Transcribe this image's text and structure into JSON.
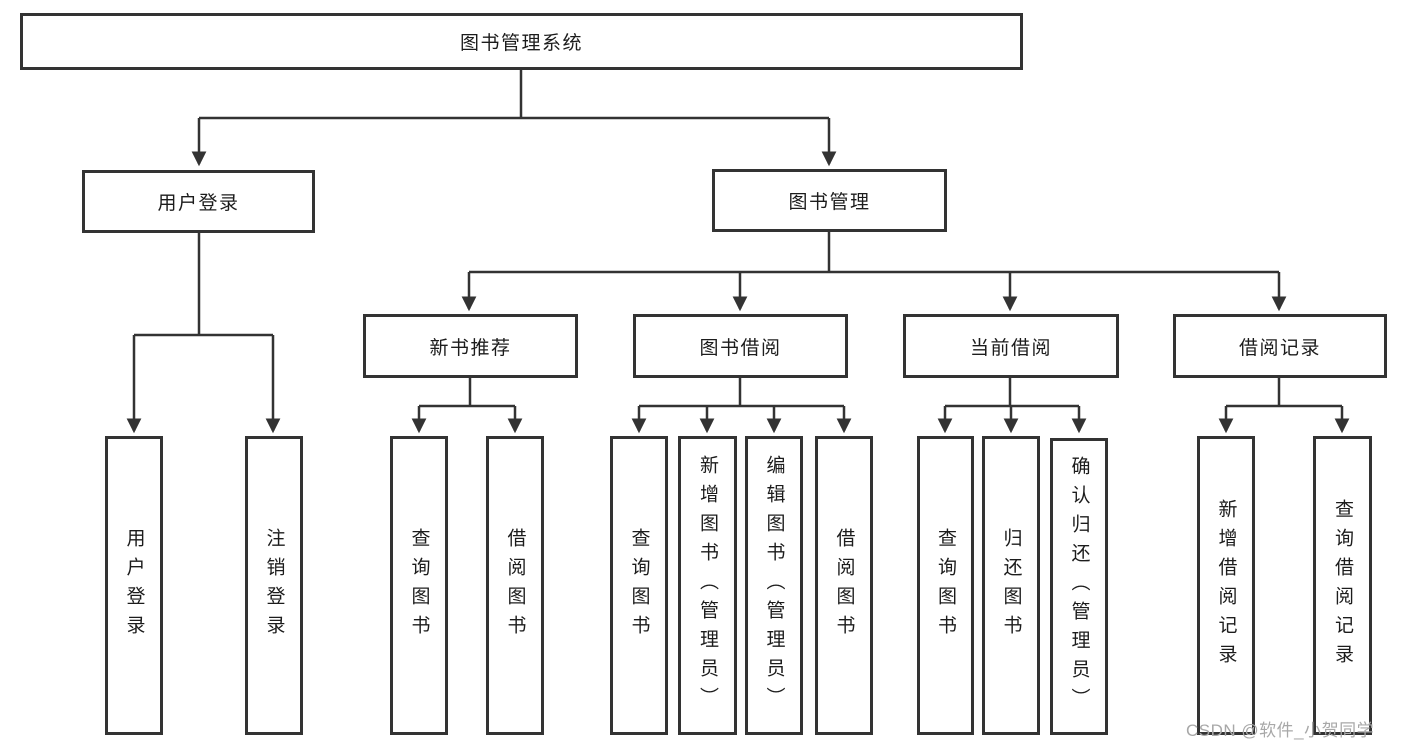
{
  "diagram": {
    "root": "图书管理系统",
    "level2": {
      "user_login": "用户登录",
      "book_management": "图书管理"
    },
    "level3": {
      "new_book": "新书推荐",
      "book_borrow": "图书借阅",
      "current_borrow": "当前借阅",
      "borrow_record": "借阅记录"
    },
    "leaves": {
      "user_login": [
        "用户登录",
        "注销登录"
      ],
      "new_book": [
        "查询图书",
        "借阅图书"
      ],
      "book_borrow": [
        "查询图书",
        "新增图书（管理员）",
        "编辑图书（管理员）",
        "借阅图书"
      ],
      "current_borrow": [
        "查询图书",
        "归还图书",
        "确认归还（管理员）"
      ],
      "borrow_record": [
        "新增借阅记录",
        "查询借阅记录"
      ]
    },
    "watermark": "CSDN @软件_小贺同学",
    "colors": {
      "line": "#333333",
      "text": "#1c1c1c",
      "watermark": "#a8a8a8",
      "background": "#ffffff"
    }
  }
}
